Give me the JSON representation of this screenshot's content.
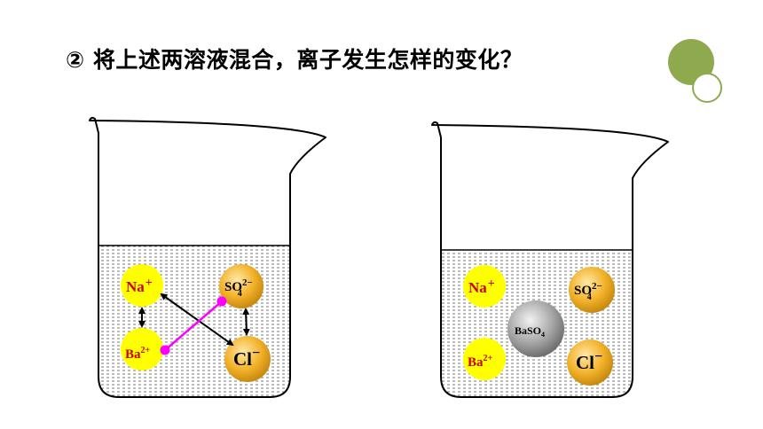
{
  "title": "② 将上述两溶液混合，离子发生怎样的变化？",
  "colors": {
    "badge_green": "#8faa4e",
    "badge_ring": "#8faa4e",
    "liquid_stroke": "#000000",
    "ion_yellow": "#ffff00",
    "ion_gold": "#f0a818",
    "precipitate_gray": "#9a9a9a",
    "bond_magenta": "#ff00ff",
    "label_red": "#cc0000",
    "label_black": "#000000"
  },
  "left_beaker": {
    "ions": {
      "na": {
        "base": "Na",
        "charge": "+"
      },
      "ba": {
        "base": "Ba",
        "charge": "2+"
      },
      "so4": {
        "base": "SO",
        "sub": "4",
        "charge": "2−"
      },
      "cl": {
        "base": "Cl",
        "charge": "−"
      }
    }
  },
  "right_beaker": {
    "ions": {
      "na": {
        "base": "Na",
        "charge": "+"
      },
      "ba": {
        "base": "Ba",
        "charge": "2+"
      },
      "so4": {
        "base": "SO",
        "sub": "4",
        "charge": "2−"
      },
      "cl": {
        "base": "Cl",
        "charge": "−"
      },
      "baso4": {
        "base": "BaSO",
        "sub": "4"
      }
    }
  }
}
